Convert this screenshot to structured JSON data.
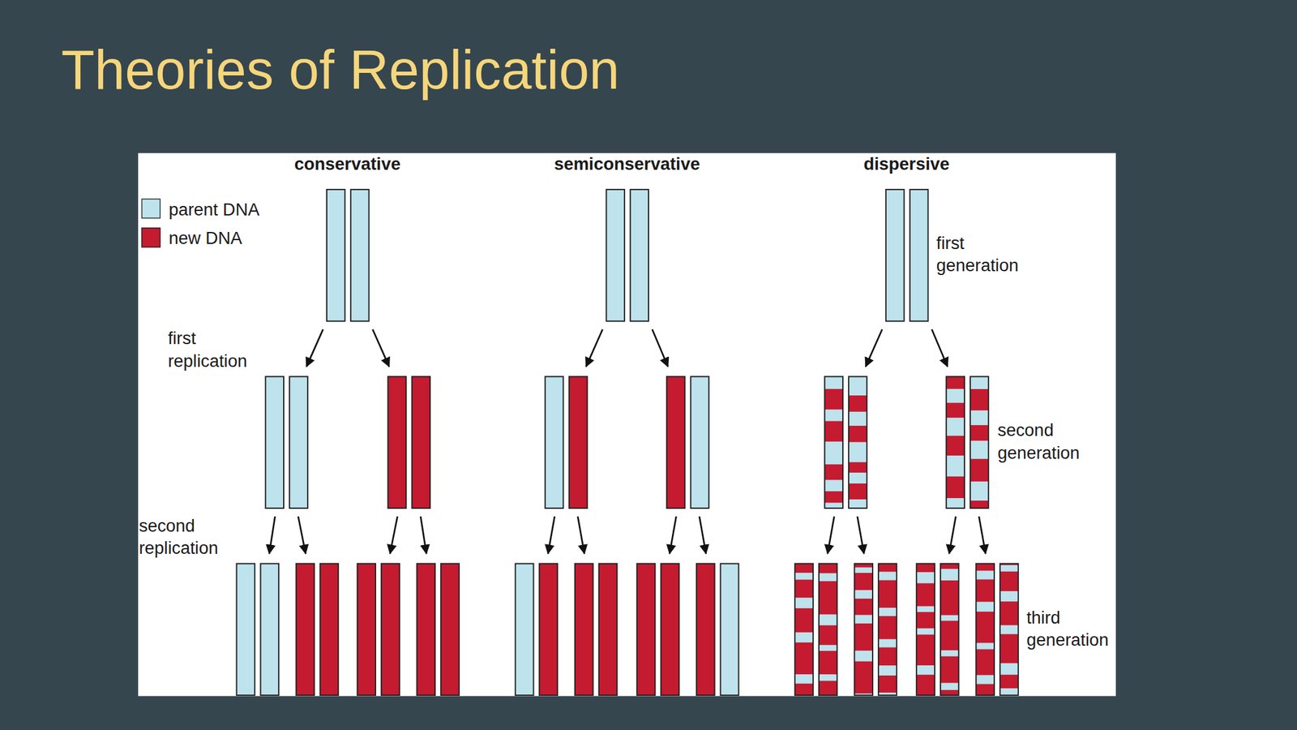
{
  "diagram": {
    "title": "Theories of Replication",
    "labels": [
      "conservative",
      "semiconservative",
      "dispersive",
      "first generation",
      "first replication",
      "second generation",
      "second replication",
      "third generation"
    ],
    "legend": [
      {
        "text": "parent DNA",
        "color": "#bee3ed"
      },
      {
        "text": "new DNA",
        "color": "#c41b30"
      }
    ]
  }
}
